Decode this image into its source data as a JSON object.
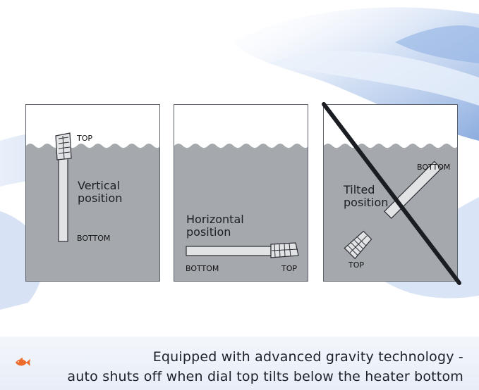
{
  "panels": [
    {
      "title": "Vertical\nposition",
      "top_label": "TOP",
      "bottom_label": "BOTTOM"
    },
    {
      "title": "Horizontal\nposition",
      "top_label": "TOP",
      "bottom_label": "BOTTOM"
    },
    {
      "title": "Tilted\nposition",
      "top_label": "TOP",
      "bottom_label": "BOTTOM"
    }
  ],
  "caption": {
    "line1": "Equipped with advanced gravity technology -",
    "line2": "auto shuts off when dial top tilts below the heater bottom"
  },
  "colors": {
    "water": "#a5a9ae",
    "tube": "#e2e3e5",
    "outline": "#2b2f35",
    "strike": "#1a1d22",
    "fish": "#ee6a2a"
  }
}
